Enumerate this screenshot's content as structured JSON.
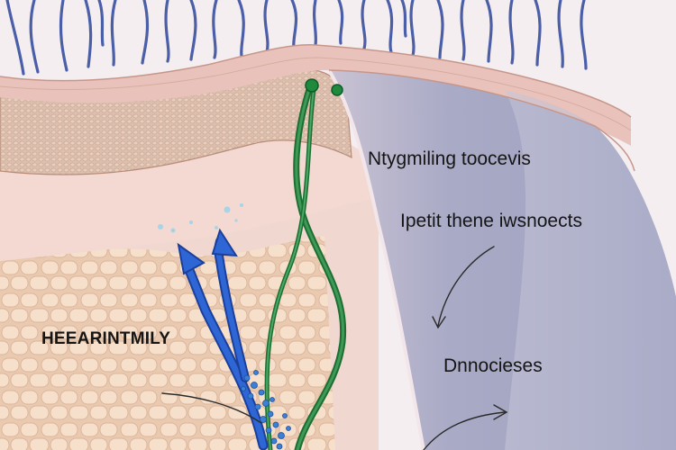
{
  "labels": {
    "top_right": "Ntygmiling toocevis",
    "middle_right": "Ipetit thene iwsnoects",
    "lower_right": "Dnnocieses",
    "left": "HEEARINTMILY"
  },
  "colors": {
    "hair_blue": "#4a5fa8",
    "epidermis_pink": "#e7c4bd",
    "dermis_tan": "#d9b9a2",
    "fat_cell": "#f4dcc6",
    "panel_grey": "#a8a9c4",
    "nerve_green": "#1f7a3a",
    "arrow_blue": "#2958c7"
  }
}
